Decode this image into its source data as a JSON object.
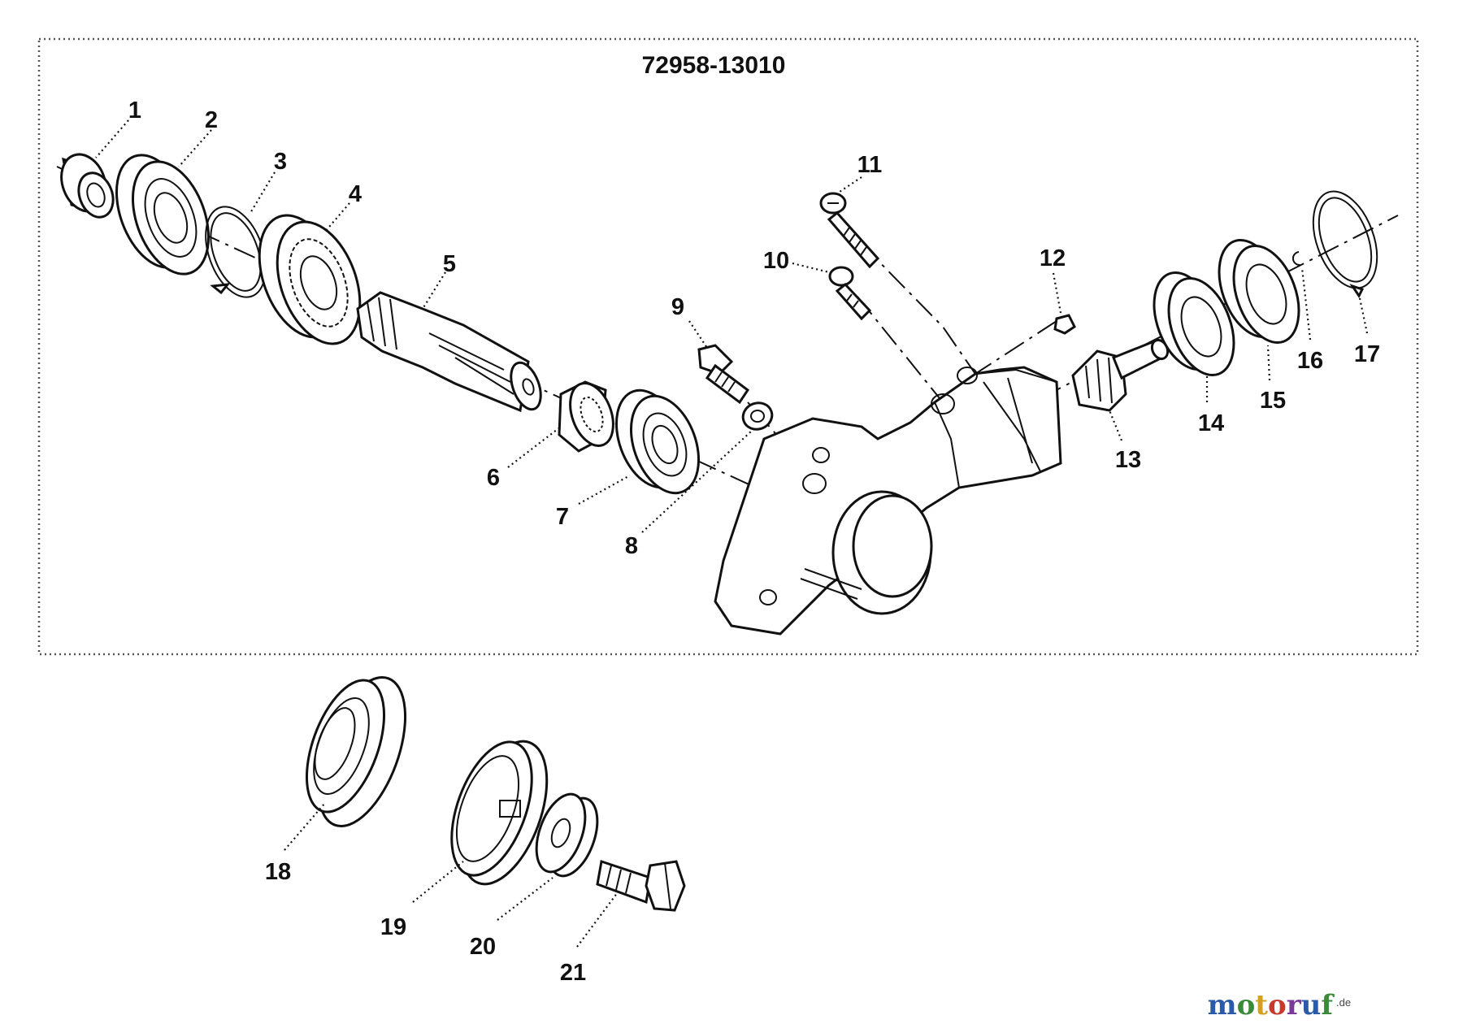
{
  "diagram": {
    "assembly_number": "72958-13010",
    "callouts": [
      "1",
      "2",
      "3",
      "4",
      "5",
      "6",
      "7",
      "8",
      "9",
      "10",
      "11",
      "12",
      "13",
      "14",
      "15",
      "16",
      "17",
      "18",
      "19",
      "20",
      "21"
    ]
  },
  "watermark": {
    "text": "motoruf",
    "suffix": ".de",
    "colors": [
      "#2a5aa8",
      "#3a8a3a",
      "#d4a020",
      "#c83a2a",
      "#7a3a9a",
      "#2a5aa8",
      "#3a8a3a"
    ]
  }
}
